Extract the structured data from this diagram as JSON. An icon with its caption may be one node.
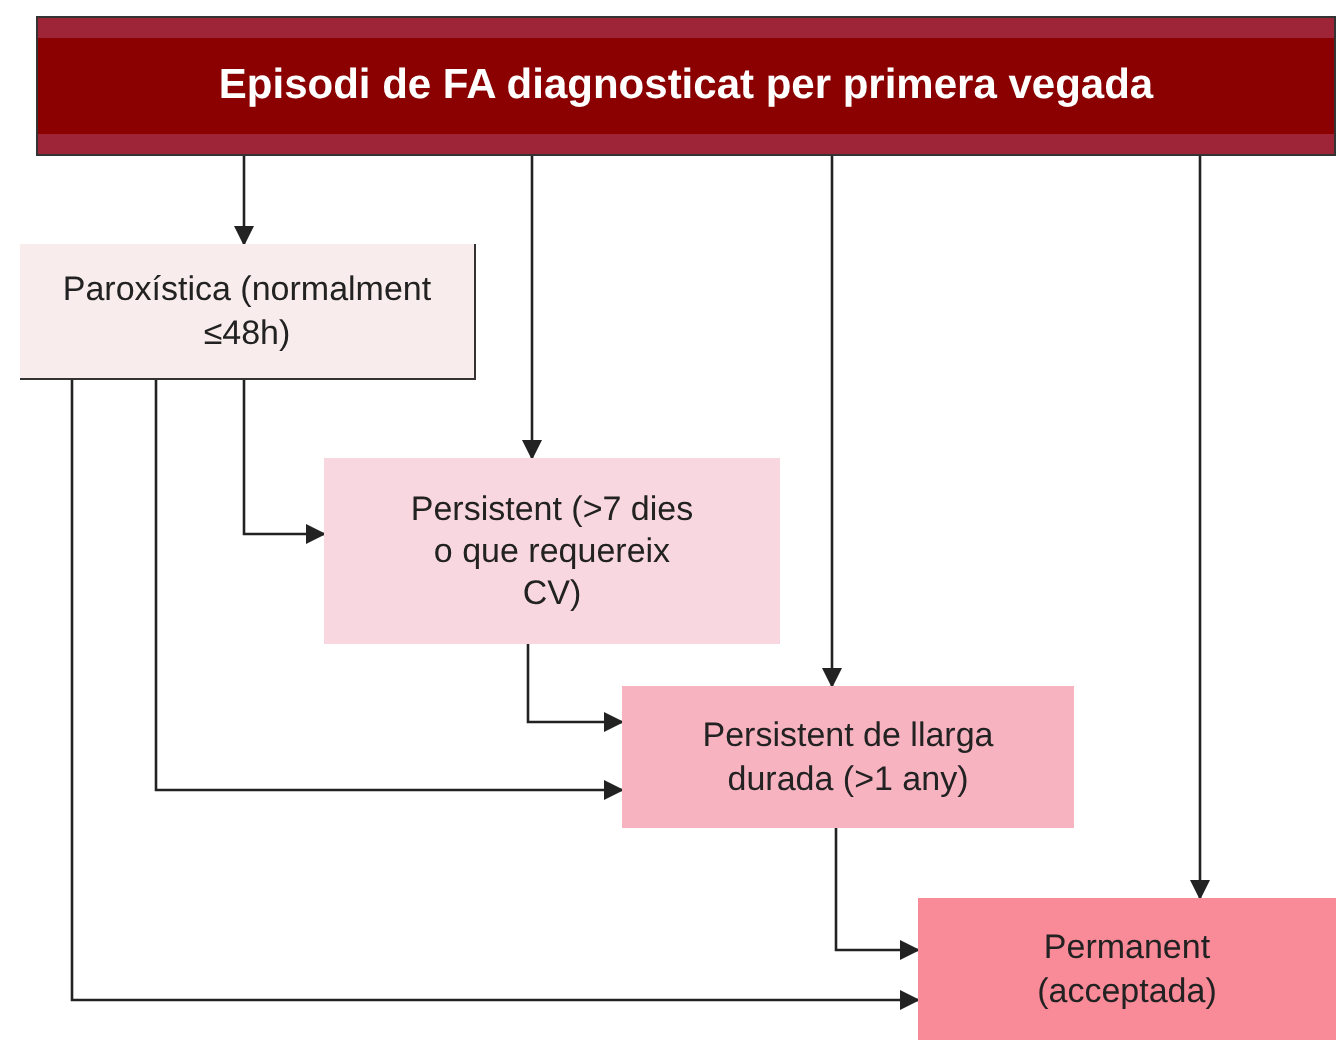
{
  "diagram": {
    "nodes": [
      {
        "text": [
          "Episodi de FA diagnosticat per primera vegada"
        ]
      },
      {
        "text": [
          "Paroxística (normalment ≤48h)"
        ]
      },
      {
        "text": [
          "Persistent (>7 dies o que requereix CV)"
        ]
      },
      {
        "text": [
          "Persistent de llarga durada (>1 any)"
        ]
      },
      {
        "text": [
          "Permanent (acceptada)"
        ]
      }
    ],
    "edges": [
      {
        "from": 0,
        "to": 1,
        "arrow": "to"
      },
      {
        "from": 0,
        "to": 2,
        "arrow": "to"
      },
      {
        "from": 0,
        "to": 3,
        "arrow": "to"
      },
      {
        "from": 0,
        "to": 4,
        "arrow": "to"
      },
      {
        "from": 1,
        "to": 2,
        "arrow": "to"
      },
      {
        "from": 2,
        "to": 3,
        "arrow": "to"
      },
      {
        "from": 1,
        "to": 3,
        "arrow": "to"
      },
      {
        "from": 3,
        "to": 4,
        "arrow": "to"
      },
      {
        "from": 1,
        "to": 4,
        "arrow": "to"
      }
    ]
  }
}
